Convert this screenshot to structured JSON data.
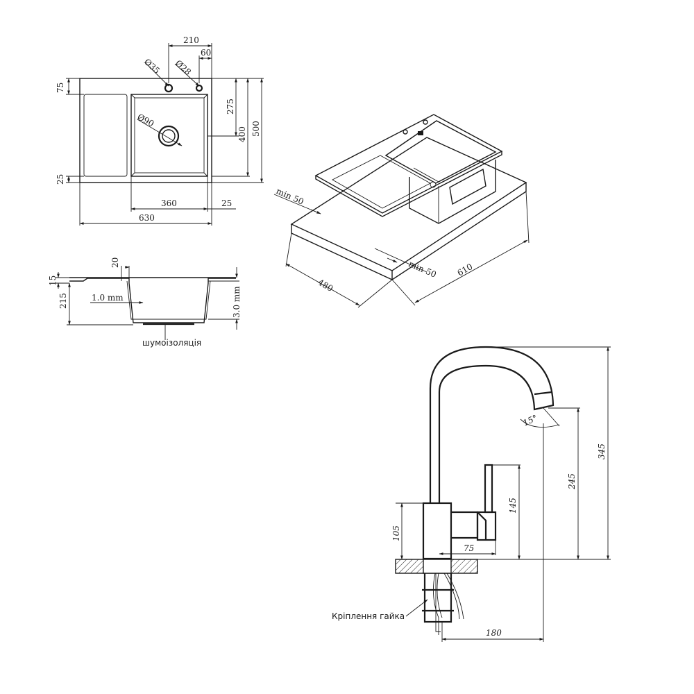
{
  "sink_top_view": {
    "w_210": "210",
    "w_60": "60",
    "hole_35": "Ø35",
    "hole_28": "Ø28",
    "drain_90": "Ø90",
    "h_75": "75",
    "h_275": "275",
    "h_400": "400",
    "h_500": "500",
    "h_25": "25",
    "w_360": "360",
    "w_25": "25",
    "w_630": "630"
  },
  "sink_section": {
    "d_20": "20",
    "d_15": "15",
    "d_215": "215",
    "thickness_1": "1.0 mm",
    "thickness_3": "3.0 mm",
    "insulation_label": "шумоізоляція"
  },
  "sink_iso": {
    "min_50_a": "min 50",
    "min_50_b": "min 50",
    "d_480": "480",
    "d_610": "610"
  },
  "faucet": {
    "angle_15": "15°",
    "h_345": "345",
    "h_245": "245",
    "h_145": "145",
    "h_105": "105",
    "w_75": "75",
    "w_180": "180",
    "nut_label": "Кріплення гайка"
  }
}
